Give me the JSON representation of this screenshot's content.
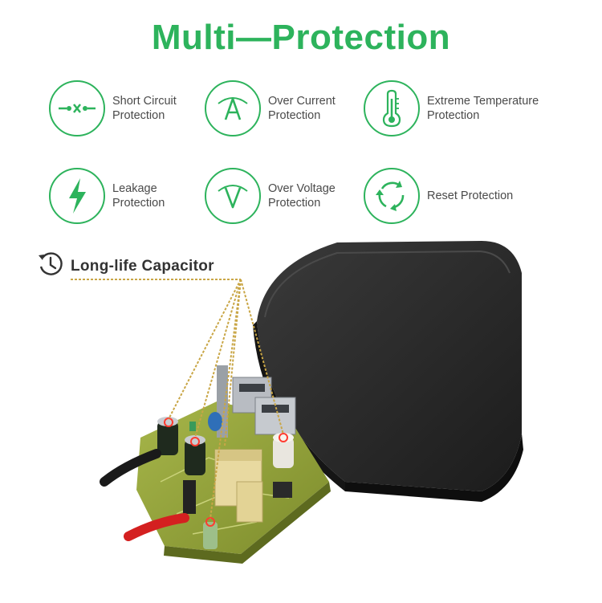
{
  "title": "Multi—Protection",
  "colors": {
    "accent": "#2db35c",
    "text": "#4a4a4a",
    "leader": "#c9a646"
  },
  "features": [
    {
      "icon": "short-circuit-icon",
      "label": "Short Circuit\nProtection"
    },
    {
      "icon": "ammeter-icon",
      "label": "Over Current\nProtection"
    },
    {
      "icon": "thermometer-icon",
      "label": "Extreme Temperature\nProtection"
    },
    {
      "icon": "lightning-bolt-icon",
      "label": "Leakage\nProtection"
    },
    {
      "icon": "voltmeter-icon",
      "label": "Over Voltage\nProtection"
    },
    {
      "icon": "reset-arrows-icon",
      "label": "Reset Protection"
    }
  ],
  "capacitor": {
    "icon": "clock-icon",
    "label": "Long-life Capacitor"
  }
}
